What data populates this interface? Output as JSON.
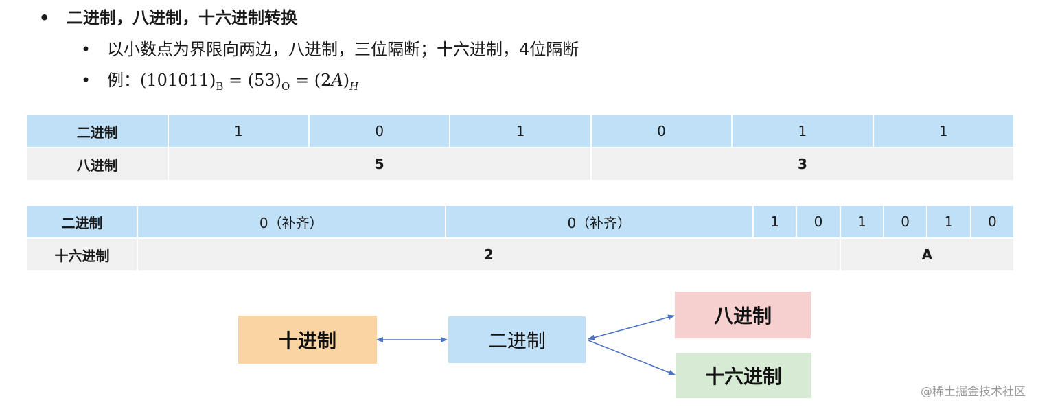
{
  "bullets": {
    "marker": "•",
    "title": "二进制，八进制，十六进制转换",
    "rule": "以小数点为界限向两边，八进制，三位隔断；十六进制，4位隔断",
    "example": {
      "label": "例：",
      "bin_value": "(101011)",
      "bin_sub": "B",
      "eq": "=",
      "oct_value": "(53)",
      "oct_sub": "O",
      "hex_value": "(2",
      "hex_var": "A",
      "hex_close": ")",
      "hex_sub": "H"
    }
  },
  "table_octal": {
    "top_header": "二进制",
    "bits": [
      "1",
      "0",
      "1",
      "0",
      "1",
      "1"
    ],
    "bottom_header": "八进制",
    "groups": [
      "5",
      "3"
    ]
  },
  "table_hex": {
    "top_header": "二进制",
    "bits": [
      "0（补齐）",
      "0（补齐）",
      "1",
      "0",
      "1",
      "0",
      "1",
      "0"
    ],
    "bottom_header": "十六进制",
    "groups": [
      "2",
      "A"
    ]
  },
  "diagram": {
    "decimal": "十进制",
    "binary": "二进制",
    "octal": "八进制",
    "hex": "十六进制",
    "arrow_color": "#4a72c4"
  },
  "watermark": "@稀土掘金技术社区"
}
